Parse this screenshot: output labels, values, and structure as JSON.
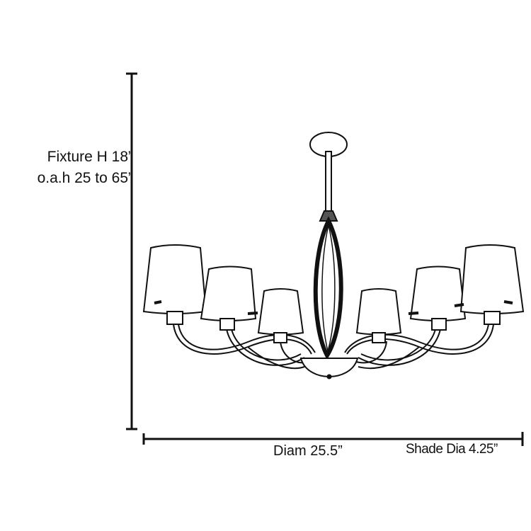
{
  "dimensions": {
    "fixture_height": "Fixture H 18”",
    "overall_height": "o.a.h 25 to 65”",
    "diameter": "Diam 25.5”",
    "shade_diameter": "Shade Dia 4.25”"
  },
  "colors": {
    "line": "#111111",
    "background": "#ffffff"
  }
}
